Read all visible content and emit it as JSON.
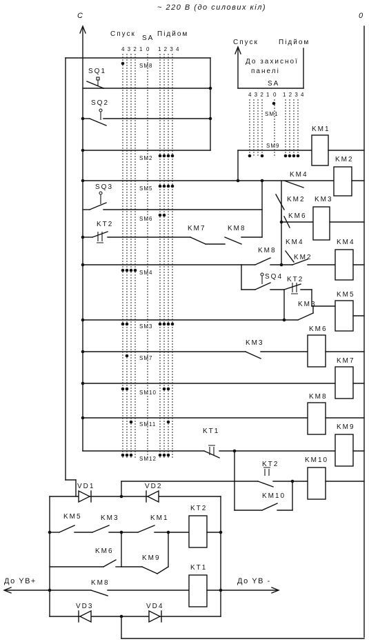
{
  "header": {
    "supply": "~ 220 В (до силових кіл)",
    "rail_left": "С",
    "rail_right": "0"
  },
  "selector_main": {
    "name": "SA",
    "left_label": "Спуск",
    "right_label": "Підйом",
    "left_positions": "4 3 2 1",
    "zero_position": "0",
    "right_positions": "1 2 3 4"
  },
  "selector_remote": {
    "name": "SA",
    "left_label": "Спуск",
    "right_label": "Підйом",
    "caption_line1": "До захисної",
    "caption_line2": "панелі",
    "left_positions": "4 3 2 1",
    "zero_position": "0",
    "right_positions": "1 2 3 4"
  },
  "contacts_sm": [
    "SM8",
    "SM1",
    "SM9",
    "SM2",
    "SM5",
    "SM6",
    "SM4",
    "SM3",
    "SM7",
    "SM10",
    "SM11",
    "SM12"
  ],
  "limit_switches": [
    "SQ1",
    "SQ2",
    "SQ3",
    "SQ4"
  ],
  "relays": [
    "KT1",
    "KT2"
  ],
  "contactors": [
    "KM1",
    "KM2",
    "KM3",
    "KM4",
    "KM5",
    "KM6",
    "KM7",
    "KM8",
    "KM9",
    "KM10"
  ],
  "contact_labels": {
    "km4_a": "KM4",
    "km2_a": "KM2",
    "km6_a": "KM6",
    "km4_b": "KM4",
    "km8_a": "KM8",
    "km2_b": "KM2",
    "kt2_a": "KT2",
    "km3_a": "KM3",
    "km7_a": "KM7",
    "km8_b": "KM8",
    "km3_b": "KM3",
    "kt1_a": "KT1",
    "kt2_b": "KT2",
    "km10_a": "KM10",
    "kt2_c": "KT2"
  },
  "diodes": [
    "VD1",
    "VD2",
    "VD3",
    "VD4"
  ],
  "bridge_contacts": {
    "km5": "KM5",
    "km3": "KM3",
    "km1": "KM1",
    "km6": "KM6",
    "km9": "KM9",
    "km8": "KM8"
  },
  "bridge_coils": {
    "upper": "KT2",
    "lower": "KT1"
  },
  "outputs": {
    "left": "До YB+",
    "right": "До YB -"
  }
}
